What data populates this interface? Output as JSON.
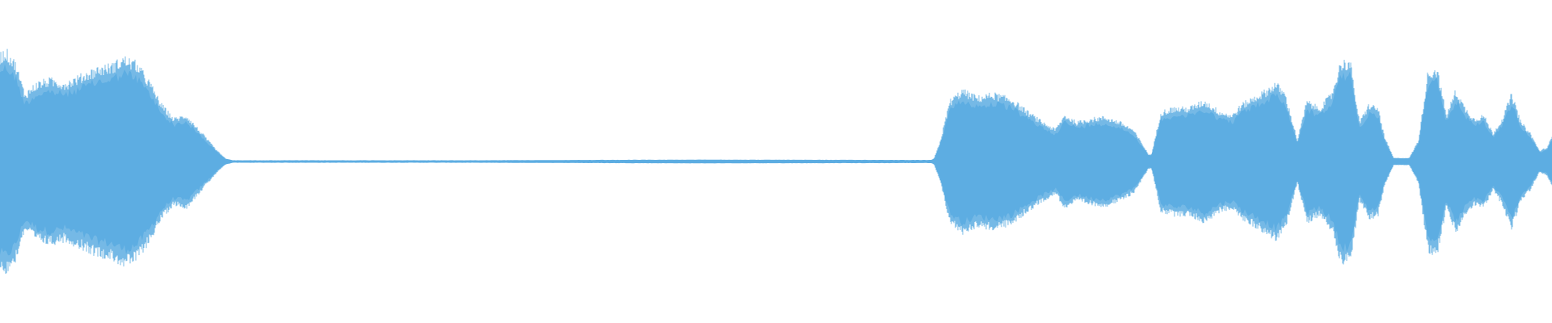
{
  "waveform": {
    "color": "#5dade2",
    "background": "#ffffff",
    "envelope": [
      [
        0.0,
        0.6
      ],
      [
        0.004,
        0.62
      ],
      [
        0.01,
        0.55
      ],
      [
        0.016,
        0.38
      ],
      [
        0.024,
        0.44
      ],
      [
        0.032,
        0.46
      ],
      [
        0.042,
        0.44
      ],
      [
        0.052,
        0.48
      ],
      [
        0.062,
        0.52
      ],
      [
        0.072,
        0.54
      ],
      [
        0.08,
        0.58
      ],
      [
        0.088,
        0.55
      ],
      [
        0.096,
        0.45
      ],
      [
        0.104,
        0.32
      ],
      [
        0.112,
        0.24
      ],
      [
        0.12,
        0.26
      ],
      [
        0.128,
        0.18
      ],
      [
        0.134,
        0.12
      ],
      [
        0.14,
        0.06
      ],
      [
        0.145,
        0.02
      ],
      [
        0.15,
        0.008
      ],
      [
        0.3,
        0.008
      ],
      [
        0.45,
        0.012
      ],
      [
        0.6,
        0.01
      ],
      [
        0.602,
        0.02
      ],
      [
        0.606,
        0.12
      ],
      [
        0.612,
        0.34
      ],
      [
        0.62,
        0.4
      ],
      [
        0.63,
        0.36
      ],
      [
        0.64,
        0.38
      ],
      [
        0.652,
        0.35
      ],
      [
        0.662,
        0.28
      ],
      [
        0.672,
        0.22
      ],
      [
        0.68,
        0.18
      ],
      [
        0.686,
        0.26
      ],
      [
        0.694,
        0.22
      ],
      [
        0.702,
        0.24
      ],
      [
        0.712,
        0.25
      ],
      [
        0.722,
        0.22
      ],
      [
        0.73,
        0.18
      ],
      [
        0.736,
        0.1
      ],
      [
        0.74,
        0.04
      ],
      [
        0.742,
        0.04
      ],
      [
        0.748,
        0.28
      ],
      [
        0.756,
        0.3
      ],
      [
        0.766,
        0.3
      ],
      [
        0.776,
        0.34
      ],
      [
        0.786,
        0.28
      ],
      [
        0.794,
        0.26
      ],
      [
        0.8,
        0.32
      ],
      [
        0.808,
        0.36
      ],
      [
        0.816,
        0.4
      ],
      [
        0.822,
        0.44
      ],
      [
        0.828,
        0.38
      ],
      [
        0.836,
        0.12
      ],
      [
        0.842,
        0.34
      ],
      [
        0.85,
        0.3
      ],
      [
        0.858,
        0.38
      ],
      [
        0.864,
        0.56
      ],
      [
        0.87,
        0.56
      ],
      [
        0.876,
        0.22
      ],
      [
        0.882,
        0.32
      ],
      [
        0.888,
        0.3
      ],
      [
        0.892,
        0.14
      ],
      [
        0.898,
        0.02
      ],
      [
        0.908,
        0.02
      ],
      [
        0.914,
        0.12
      ],
      [
        0.92,
        0.5
      ],
      [
        0.926,
        0.52
      ],
      [
        0.932,
        0.26
      ],
      [
        0.938,
        0.4
      ],
      [
        0.944,
        0.3
      ],
      [
        0.95,
        0.24
      ],
      [
        0.956,
        0.26
      ],
      [
        0.962,
        0.16
      ],
      [
        0.968,
        0.24
      ],
      [
        0.974,
        0.38
      ],
      [
        0.98,
        0.22
      ],
      [
        0.986,
        0.16
      ],
      [
        0.992,
        0.06
      ],
      [
        0.997,
        0.08
      ],
      [
        1.0,
        0.14
      ]
    ]
  }
}
